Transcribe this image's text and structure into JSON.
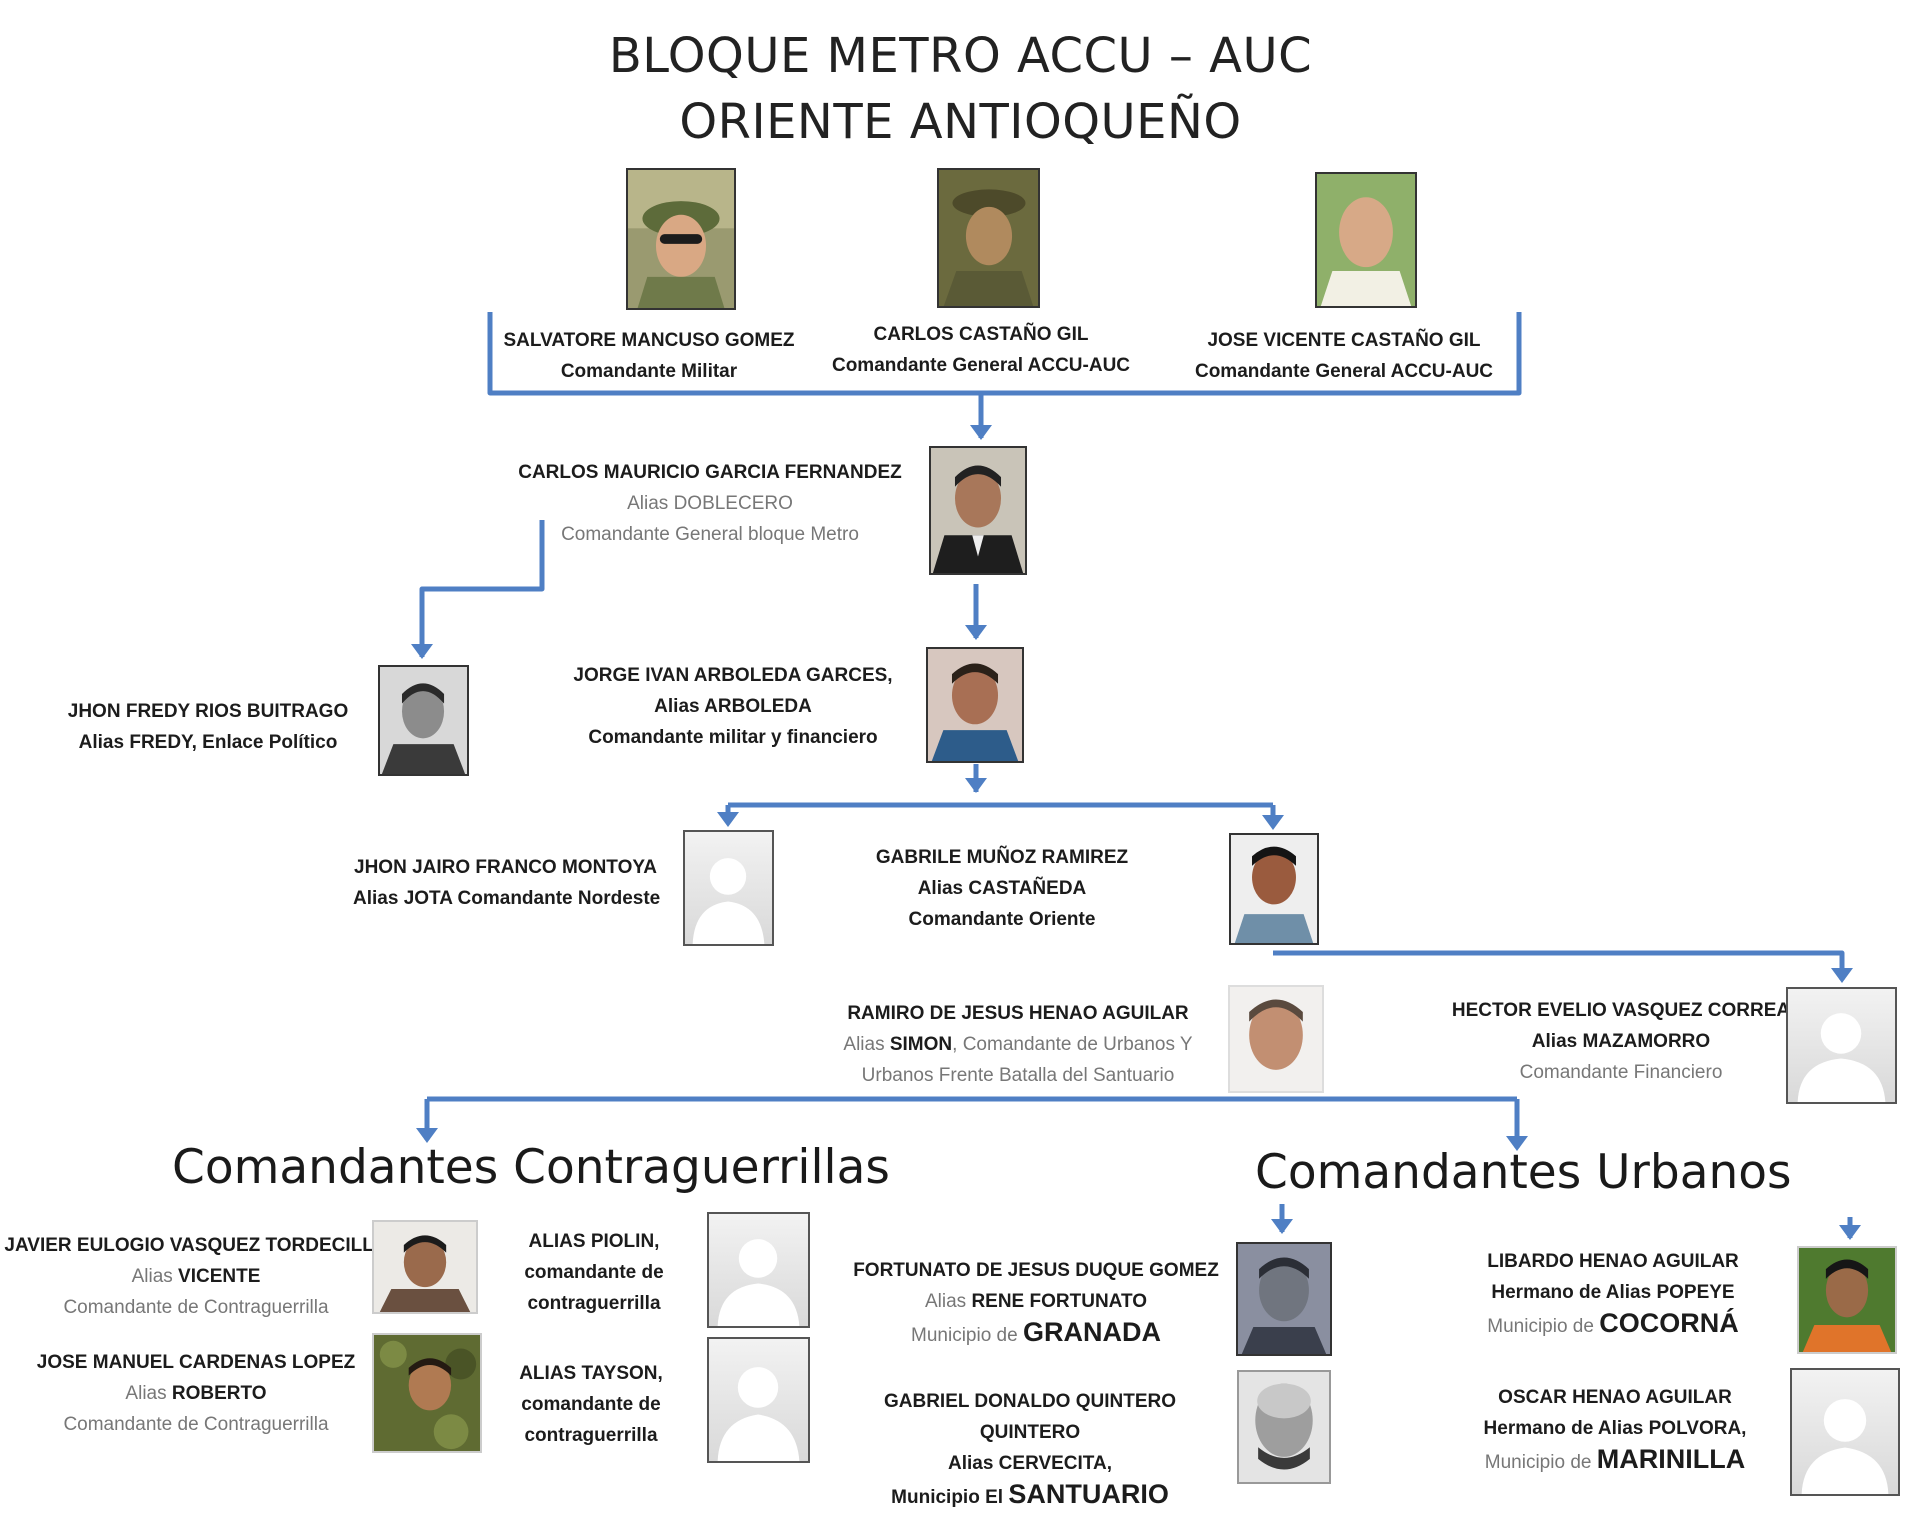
{
  "title": {
    "line1": "BLOQUE METRO ACCU – AUC",
    "line2": "ORIENTE ANTIOQUEÑO"
  },
  "colors": {
    "connector": "#4f7fc4"
  },
  "top": [
    {
      "name": "SALVATORE MANCUSO GOMEZ",
      "role": "Comandante Militar"
    },
    {
      "name": "CARLOS CASTAÑO GIL",
      "role": "Comandante General  ACCU-AUC"
    },
    {
      "name": "JOSE VICENTE CASTAÑO GIL",
      "role": "Comandante General  ACCU-AUC"
    }
  ],
  "garcia": {
    "name": "CARLOS MAURICIO GARCIA FERNANDEZ",
    "alias": "Alias DOBLECERO",
    "role": "Comandante General bloque Metro"
  },
  "rios": {
    "name": "JHON FREDY RIOS BUITRAGO",
    "alias": "Alias FREDY, Enlace Político"
  },
  "arboleda": {
    "name": "JORGE IVAN ARBOLEDA GARCES,",
    "alias": "Alias ARBOLEDA",
    "role": "Comandante militar y financiero"
  },
  "franco": {
    "name": "JHON JAIRO FRANCO MONTOYA",
    "alias": "Alias JOTA Comandante Nordeste"
  },
  "munoz": {
    "name": "GABRILE MUÑOZ RAMIREZ",
    "alias": "Alias CASTAÑEDA",
    "role": "Comandante Oriente"
  },
  "henao": {
    "name": "RAMIRO DE JESUS HENAO AGUILAR",
    "alias_pre": "Alias ",
    "alias": "SIMON",
    "role1": ", Comandante de Urbanos Y",
    "role2": "Urbanos Frente Batalla del Santuario"
  },
  "vasquez": {
    "name": "HECTOR EVELIO VASQUEZ CORREA",
    "alias": "Alias MAZAMORRO",
    "role": "Comandante Financiero"
  },
  "sections": {
    "left": "Comandantes Contraguerrillas",
    "right": "Comandantes Urbanos"
  },
  "contra": [
    {
      "name": "JAVIER EULOGIO VASQUEZ TORDECILLA",
      "alias_pre": "Alias ",
      "alias": "VICENTE",
      "role": "Comandante de Contraguerrilla"
    },
    {
      "name": "JOSE MANUEL CARDENAS LOPEZ",
      "alias_pre": "Alias ",
      "alias": "ROBERTO",
      "role": "Comandante de Contraguerrilla"
    }
  ],
  "contra_alias": [
    {
      "l1": "ALIAS PIOLIN,",
      "l2": "comandante de",
      "l3": "contraguerrilla"
    },
    {
      "l1": "ALIAS TAYSON,",
      "l2": "comandante de",
      "l3": "contraguerrilla"
    }
  ],
  "urbanos": [
    {
      "name": "FORTUNATO DE JESUS DUQUE GOMEZ",
      "alias_pre": "Alias ",
      "alias": "RENE FORTUNATO",
      "mun_pre": "Municipio de ",
      "mun": "GRANADA"
    },
    {
      "name1": "GABRIEL DONALDO QUINTERO",
      "name2": "QUINTERO",
      "alias": "Alias CERVECITA,",
      "mun_pre": "Municipio El ",
      "mun": "SANTUARIO"
    },
    {
      "name": "LIBARDO HENAO AGUILAR",
      "alias": "Hermano de Alias POPEYE",
      "mun_pre": "Municipio de ",
      "mun": "COCORNÁ"
    },
    {
      "name": "OSCAR HENAO AGUILAR",
      "alias": "Hermano de Alias POLVORA,",
      "mun_pre": "Municipio de ",
      "mun": "MARINILLA"
    }
  ]
}
